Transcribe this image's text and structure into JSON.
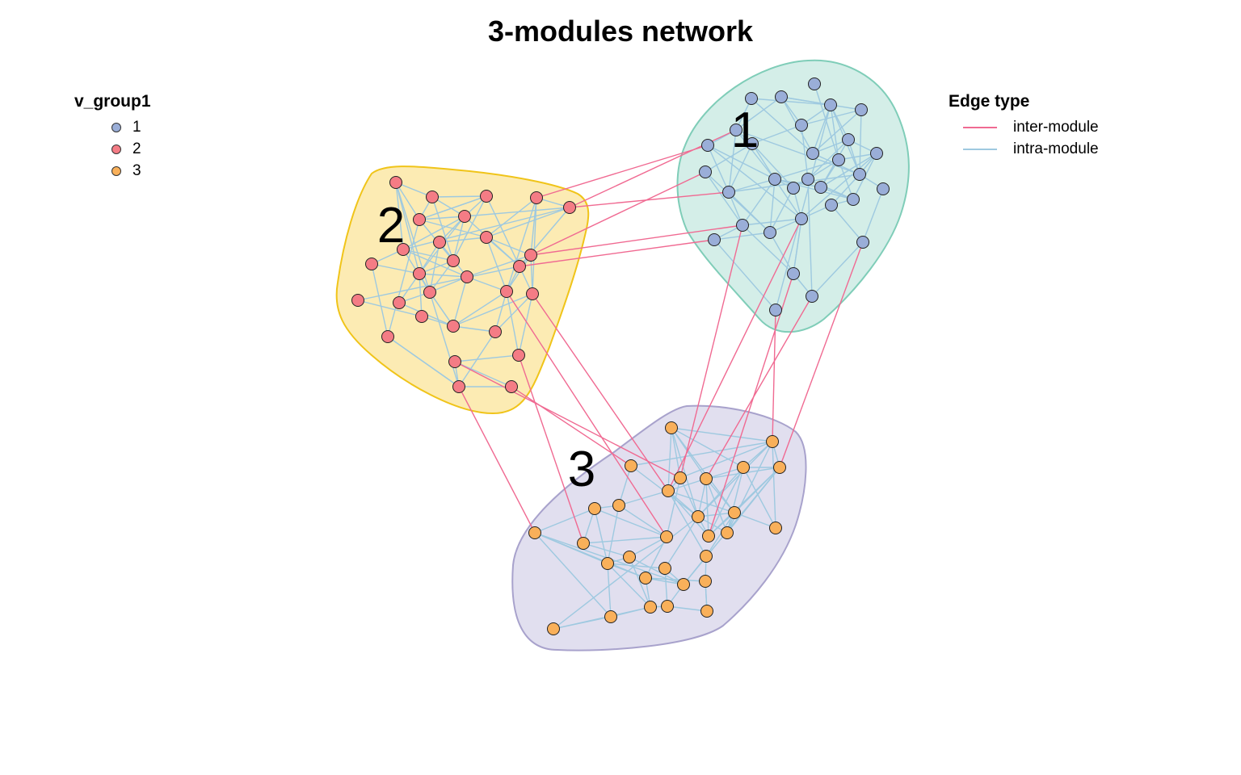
{
  "title": "3-modules network",
  "legend_groups": {
    "title": "v_group1",
    "items": [
      {
        "label": "1",
        "color": "#9aaed8"
      },
      {
        "label": "2",
        "color": "#f47c85"
      },
      {
        "label": "3",
        "color": "#f9b05a"
      }
    ]
  },
  "legend_edges": {
    "title": "Edge type",
    "items": [
      {
        "label": "inter-module",
        "color": "#f06a92"
      },
      {
        "label": "intra-module",
        "color": "#9ec9e0"
      }
    ]
  },
  "modules": [
    {
      "label": "1",
      "hull_fill": "#cdebe4",
      "hull_stroke": "#7fcdb8",
      "node_fill": "#9aaed8"
    },
    {
      "label": "2",
      "hull_fill": "#fbe8a6",
      "hull_stroke": "#f0c419",
      "node_fill": "#f47c85"
    },
    {
      "label": "3",
      "hull_fill": "#dcd9ec",
      "hull_stroke": "#a8a2cc",
      "node_fill": "#f9b05a"
    }
  ]
}
